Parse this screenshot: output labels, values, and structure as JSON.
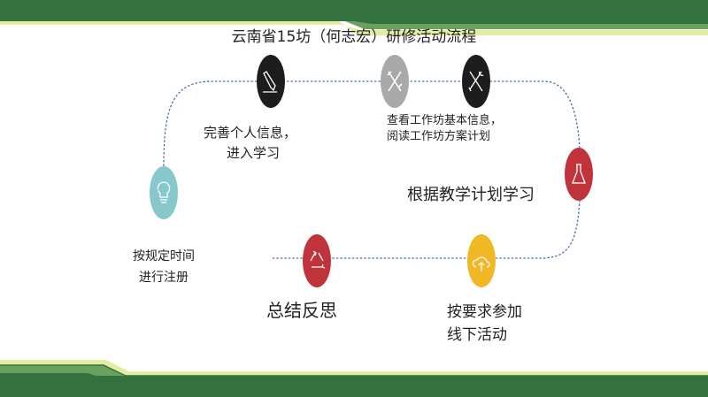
{
  "title": "云南省15坊（何志宏）研修活动流程",
  "steps": [
    {
      "lines": [
        "按规定时间",
        "进行注册"
      ],
      "icon": "lightbulb-icon",
      "color": "#86c8cc"
    },
    {
      "lines": [
        "完善个人信息，",
        "进入学习"
      ],
      "icon": "pencil-icon",
      "color": "#1d1d1d"
    },
    {
      "lines": [
        "查看工作坊基本信息，",
        "阅读工作坊方案计划"
      ],
      "icon": "pencil-ruler-icon",
      "color": "#a9a9a9",
      "icon2": "tools-icon",
      "color2": "#1d1d1d"
    },
    {
      "lines": [
        "根据教学计划学习"
      ],
      "icon": "flask-icon",
      "color": "#c0333a"
    },
    {
      "lines": [
        "按要求参加",
        "线下活动"
      ],
      "icon": "cloud-upload-icon",
      "color": "#f2b824"
    },
    {
      "lines": [
        "总结反思"
      ],
      "icon": "recycle-icon",
      "color": "#c0333a"
    }
  ],
  "colors": {
    "dark_green": "#33723f",
    "mid_green": "#6aa15e",
    "pale_yellow": "#e3eca0",
    "path": "#4a6fb0"
  }
}
